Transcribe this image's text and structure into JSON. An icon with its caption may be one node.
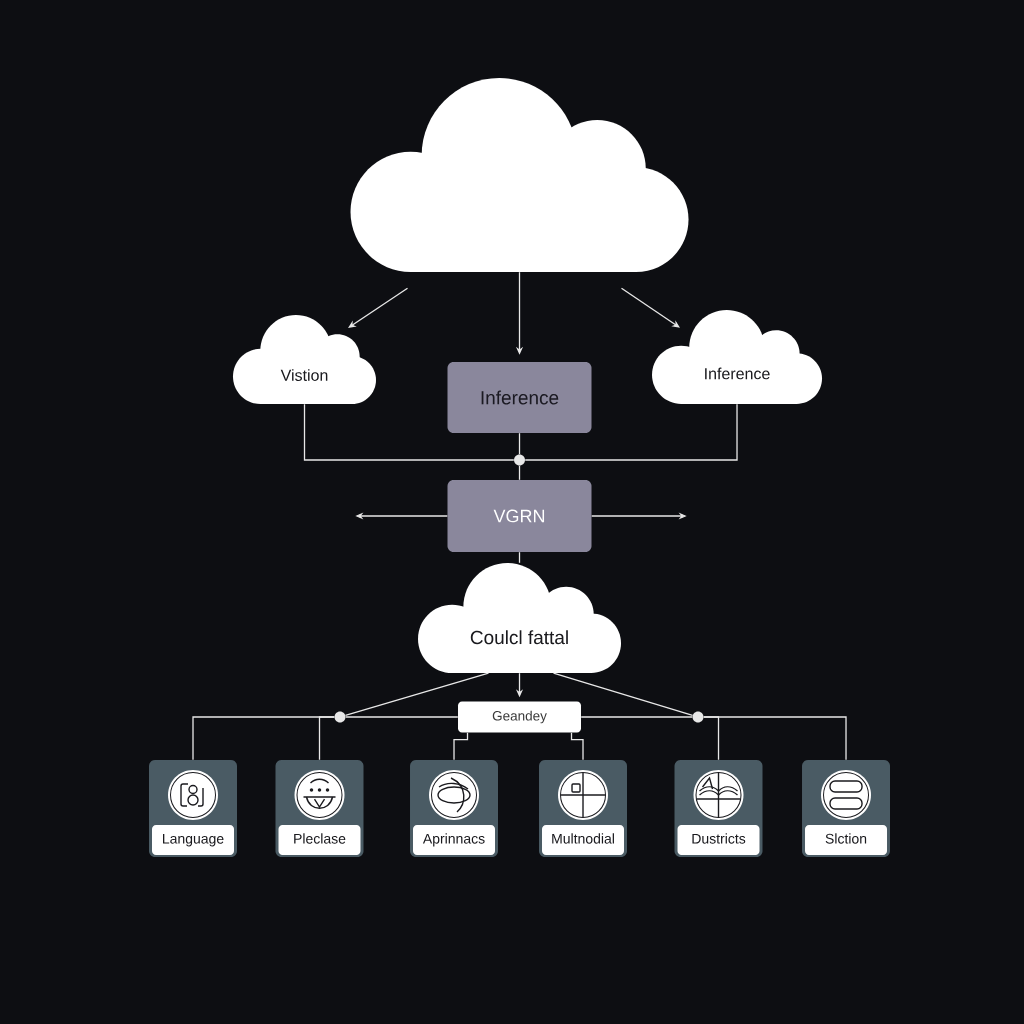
{
  "diagram": {
    "nodes": [
      {
        "text": [],
        "shape": "cloud"
      },
      {
        "text": [
          "Vistion"
        ]
      },
      {
        "text": [
          "Inference"
        ]
      },
      {
        "text": [
          "Inference"
        ]
      },
      {
        "text": [],
        "shape": "circle"
      },
      {
        "text": [
          "VGRN"
        ]
      },
      {
        "text": [
          "Coulcl fattal"
        ]
      },
      {
        "text": [],
        "shape": "circle"
      },
      {
        "text": [
          "Geandey"
        ]
      },
      {
        "text": [],
        "shape": "circle"
      },
      {
        "text": [
          "Language"
        ]
      },
      {
        "text": [
          "Pleclase"
        ]
      },
      {
        "text": [
          "Aprinnacs"
        ]
      },
      {
        "text": [
          "Multnodial"
        ]
      },
      {
        "text": [
          "Dustricts"
        ]
      },
      {
        "text": [
          "Slction"
        ]
      }
    ],
    "edges": [
      {
        "from": 0,
        "to": 1,
        "arrow": "to"
      },
      {
        "from": 0,
        "to": 2,
        "arrow": "to"
      },
      {
        "from": 0,
        "to": 3,
        "arrow": "to"
      },
      {
        "from": 1,
        "to": 4,
        "arrow": "none"
      },
      {
        "from": 2,
        "to": 4,
        "arrow": "none"
      },
      {
        "from": 3,
        "to": 4,
        "arrow": "none"
      },
      {
        "from": 4,
        "to": 5,
        "arrow": "none"
      },
      {
        "from": 5,
        "to": null,
        "arrow": "to"
      },
      {
        "from": 5,
        "to": null,
        "arrow": "to"
      },
      {
        "from": 5,
        "to": 6,
        "arrow": "none"
      },
      {
        "from": 6,
        "to": 8,
        "arrow": "to"
      },
      {
        "from": 6,
        "to": 7,
        "arrow": "none"
      },
      {
        "from": 6,
        "to": 9,
        "arrow": "none"
      },
      {
        "from": 7,
        "to": 10,
        "arrow": "none"
      },
      {
        "from": 7,
        "to": 11,
        "arrow": "none"
      },
      {
        "from": 7,
        "to": 8,
        "arrow": "none"
      },
      {
        "from": 9,
        "to": 8,
        "arrow": "none"
      },
      {
        "from": 9,
        "to": 14,
        "arrow": "none"
      },
      {
        "from": 9,
        "to": 15,
        "arrow": "none"
      },
      {
        "from": 8,
        "to": 12,
        "arrow": "none"
      },
      {
        "from": 8,
        "to": 13,
        "arrow": "none"
      }
    ]
  }
}
